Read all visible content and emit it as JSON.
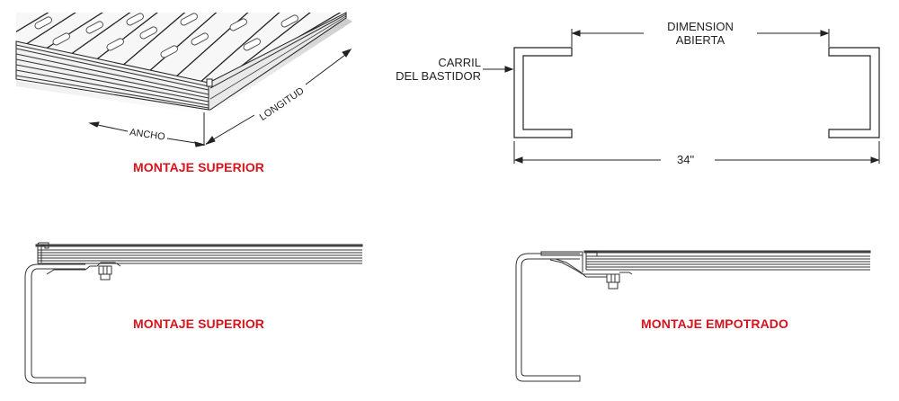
{
  "panels": {
    "isometric": {
      "caption": "MONTAJE SUPERIOR",
      "dimension_width": "ANCHO",
      "dimension_length": "LONGITUD"
    },
    "frame_plan": {
      "rail_label_line1": "CARRIL",
      "rail_label_line2": "DEL BASTIDOR",
      "opening_label_line1": "DIMENSION",
      "opening_label_line2": "ABIERTA",
      "overall_dimension": "34\""
    },
    "section_top_mount": {
      "caption": "MONTAJE SUPERIOR"
    },
    "section_recessed_mount": {
      "caption": "MONTAJE EMPOTRADO"
    }
  },
  "colors": {
    "caption_red": "#d7141e",
    "line": "#333333",
    "background": "#ffffff"
  }
}
